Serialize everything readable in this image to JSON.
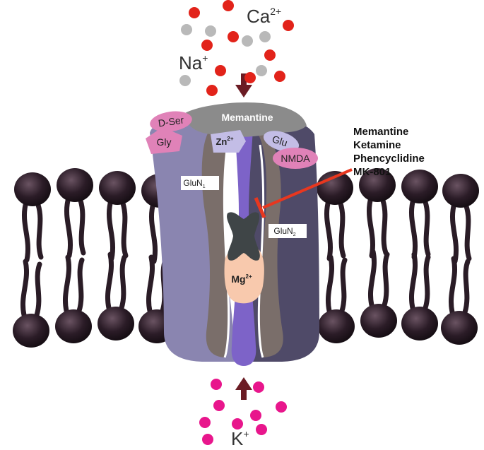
{
  "ions": {
    "ca": {
      "symbol": "Ca",
      "charge": "2+"
    },
    "na": {
      "symbol": "Na",
      "charge": "+"
    },
    "k": {
      "symbol": "K",
      "charge": "+"
    },
    "mg": {
      "symbol": "Mg",
      "charge": "2+"
    },
    "zn": {
      "symbol": "Zn",
      "charge": "2+"
    }
  },
  "subunits": {
    "glun1": {
      "label": "GluN",
      "sub": "1"
    },
    "glun2": {
      "label": "GluN",
      "sub": "2"
    }
  },
  "ligands": {
    "d_ser": "D-Ser",
    "gly": "Gly",
    "glu": "Glu",
    "nmda": "NMDA",
    "memantine_site": "Memantine"
  },
  "blockers": [
    "Memantine",
    "Ketamine",
    "Phencyclidine",
    "MK-801"
  ],
  "colors": {
    "ca_dot": "#e2231a",
    "na_dot": "#b9b9b9",
    "k_dot": "#e8168c",
    "arrow": "#6b1c24",
    "block_line": "#e8371f",
    "glun1_outer": "#8a85b0",
    "glun_inner": "#7a6e6a",
    "glun2_outer": "#4f4a68",
    "pore": "#7d63c8",
    "cap": "#8b8b8b",
    "ligand_pink": "#e082b8",
    "site_lilac": "#c3bde6",
    "mg": "#f8c9ad",
    "blocker_shape": "#3f4547",
    "lipid": "#2a1c26"
  }
}
